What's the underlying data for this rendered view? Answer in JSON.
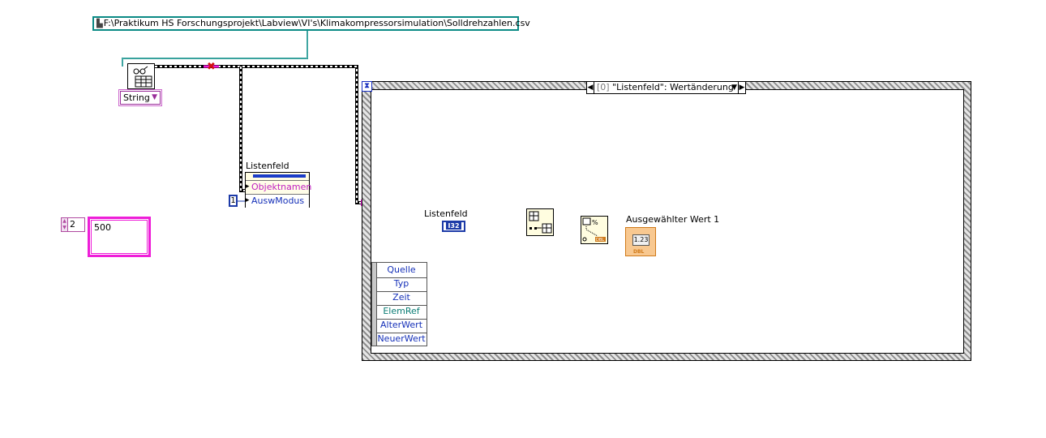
{
  "window": {
    "type": "LabVIEW block diagram"
  },
  "path_constant": {
    "value": "F:\\Praktikum HS Forschungsprojekt\\Labview\\VI's\\Klimakompressorsimulation\\Solldrehzahlen.csv"
  },
  "read_spreadsheet": {
    "icon": "read-spreadsheet-icon",
    "type_selector": "String"
  },
  "property_node": {
    "label": "Listenfeld",
    "properties": [
      "Objektnamen",
      "AuswModus"
    ],
    "mode_constant": "1"
  },
  "array_constant": {
    "index": "2",
    "value": "500"
  },
  "event_structure": {
    "case_prefix": "[0]",
    "case_label": "\"Listenfeld\": Wertänderung",
    "event_data": [
      "Quelle",
      "Typ",
      "Zeit",
      "ElemRef",
      "AlterWert",
      "NeuerWert"
    ]
  },
  "inner": {
    "listbox_label": "Listenfeld",
    "listbox_type": "I32",
    "output_label": "Ausgewählter Wert 1",
    "output_value": "1.23",
    "output_type": "DBL"
  },
  "colors": {
    "string_wire": "#ee1ed8",
    "numeric_wire": "#1d3ba8",
    "path_wire": "#0b8a85",
    "double_wire": "#d07a1a"
  }
}
